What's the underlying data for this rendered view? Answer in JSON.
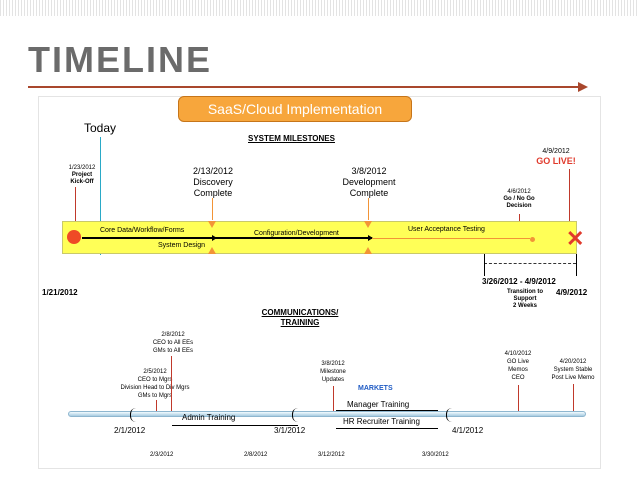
{
  "slide": {
    "title": "TIMELINE",
    "subtitle": "SaaS/Cloud Implementation"
  },
  "top": {
    "today": "Today",
    "system_milestones": "SYSTEM MILESTONES",
    "kickoff_date": "1/23/2012",
    "kickoff_label": [
      "Project",
      "Kick-Off"
    ],
    "m1_date": "2/13/2012",
    "m1_label": [
      "Discovery",
      "Complete"
    ],
    "m2_date": "3/8/2012",
    "m2_label": [
      "Development",
      "Complete"
    ],
    "golive_date": "4/9/2012",
    "golive_label": "GO LIVE!",
    "gonogo_date": "4/6/2012",
    "gonogo_label": [
      "Go / No Go",
      "Decision"
    ],
    "phases": {
      "core": "Core Data/Workflow/Forms",
      "design": "System Design",
      "config": "Configuration/Development",
      "uat": "User Acceptance Testing"
    },
    "start_date": "1/21/2012",
    "transition_range": "3/26/2012 - 4/9/2012",
    "end_date": "4/9/2012",
    "transition_label": [
      "Transition to",
      "Support",
      "2 Weeks"
    ]
  },
  "bottom": {
    "comm_title": [
      "COMMUNICATIONS/",
      "TRAINING"
    ],
    "ev_28": [
      "2/8/2012",
      "CEO to All EEs",
      "GMs to All EEs"
    ],
    "ev_25": [
      "2/5/2012",
      "CEO to Mgrs",
      "Division Head to Div Mgrs",
      "GMs to Mgrs"
    ],
    "ev_38": [
      "3/8/2012",
      "Milestone",
      "Updates"
    ],
    "markets": "MARKETS",
    "manager_training": "Manager Training",
    "hr_training": "HR Recruiter Training",
    "admin_training": "Admin Training",
    "ev_410": [
      "4/10/2012",
      "GO Live",
      "Memos",
      "CEO"
    ],
    "ev_420": [
      "4/20/2012",
      "System Stable",
      "Post Live Memo"
    ],
    "axis_top": [
      "2/1/2012",
      "3/1/2012",
      "4/1/2012"
    ],
    "axis_bottom": [
      "2/3/2012",
      "2/8/2012",
      "3/12/2012",
      "3/30/2012"
    ]
  },
  "colors": {
    "accent": "#a9472d",
    "orange": "#f29437",
    "yellow": "#ffff57",
    "red": "#e03a2c",
    "teal": "#2aa9c7"
  }
}
